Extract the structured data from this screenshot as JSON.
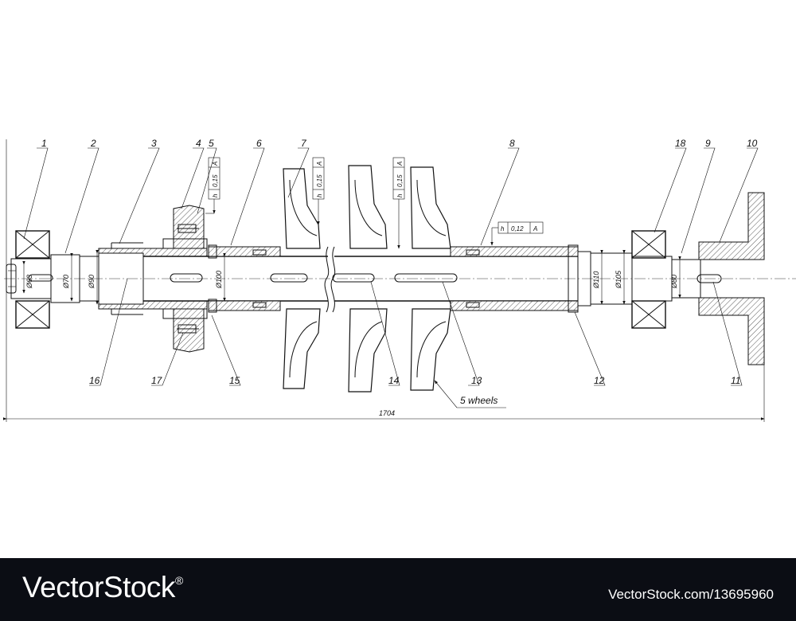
{
  "drawing": {
    "callouts": [
      "1",
      "2",
      "3",
      "4",
      "5",
      "6",
      "7",
      "8",
      "18",
      "9",
      "10",
      "16",
      "17",
      "15",
      "14",
      "13",
      "12",
      "11"
    ],
    "diameters": [
      "Ø63",
      "Ø70",
      "Ø90",
      "Ø100",
      "Ø110",
      "Ø105",
      "Ø80"
    ],
    "tolerances": [
      {
        "symbol": "h",
        "value": "0,15",
        "datum": "A"
      },
      {
        "symbol": "h",
        "value": "0,15",
        "datum": "A"
      },
      {
        "symbol": "h",
        "value": "0,15",
        "datum": "A"
      },
      {
        "symbol": "h",
        "value": "0,12",
        "datum": "A"
      }
    ],
    "overall_length": "1704",
    "note": "5 wheels"
  },
  "footer": {
    "brand": "VectorStock",
    "registered": "®",
    "image_id": "VectorStock.com/13695960"
  }
}
